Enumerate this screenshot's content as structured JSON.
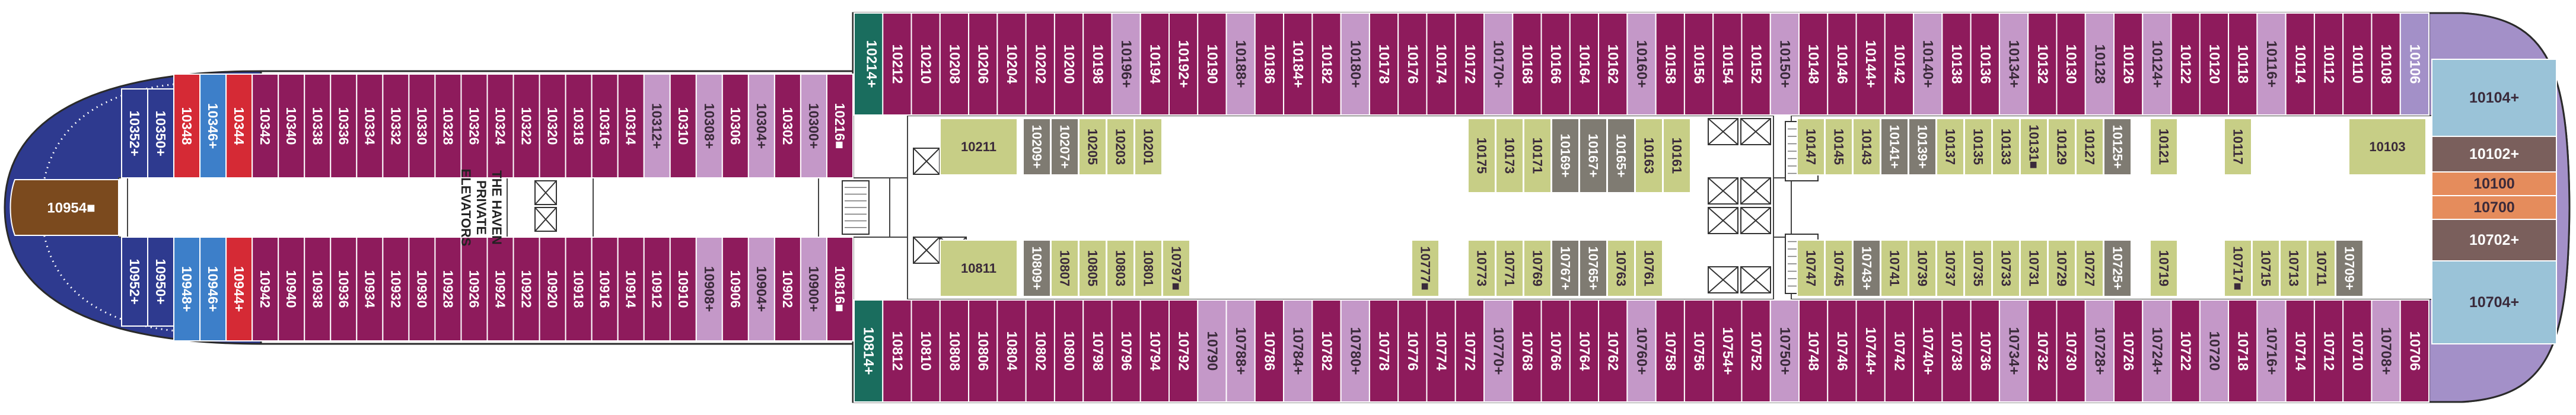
{
  "colors": {
    "magenta": "#8E1B5C",
    "lilac": "#C498C8",
    "lime": "#C7CE86",
    "gray": "#7F7B72",
    "teal": "#1A6D5E",
    "navy": "#2E3A8F",
    "blue": "#3D7FC9",
    "red": "#D52A35",
    "brown": "#7B4A1E",
    "orange": "#E58C5C",
    "skyblue": "#9AC3D8",
    "purple": "#A390C8",
    "taupe": "#7A5F5C",
    "corridor": "#FFFFFF",
    "hull": "#FFFFFF"
  },
  "elevator_label": [
    "THE HAVEN",
    "PRIVATE",
    "ELEVATORS"
  ],
  "aft_top": [
    {
      "n": "10214",
      "c": "teal",
      "s": "+"
    },
    {
      "n": "10212",
      "c": "magenta"
    },
    {
      "n": "10210",
      "c": "magenta"
    },
    {
      "n": "10208",
      "c": "magenta"
    },
    {
      "n": "10206",
      "c": "magenta"
    },
    {
      "n": "10204",
      "c": "magenta"
    },
    {
      "n": "10202",
      "c": "magenta"
    },
    {
      "n": "10200",
      "c": "magenta"
    },
    {
      "n": "10198",
      "c": "magenta"
    },
    {
      "n": "10196",
      "c": "lilac",
      "s": "+"
    },
    {
      "n": "10194",
      "c": "magenta"
    },
    {
      "n": "10192",
      "c": "magenta",
      "s": "+"
    },
    {
      "n": "10190",
      "c": "magenta"
    },
    {
      "n": "10188",
      "c": "lilac",
      "s": "+"
    },
    {
      "n": "10186",
      "c": "magenta"
    },
    {
      "n": "10184",
      "c": "magenta",
      "s": "+"
    },
    {
      "n": "10182",
      "c": "magenta"
    },
    {
      "n": "10180",
      "c": "lilac",
      "s": "+"
    },
    {
      "n": "10178",
      "c": "magenta"
    },
    {
      "n": "10176",
      "c": "magenta"
    },
    {
      "n": "10174",
      "c": "magenta"
    },
    {
      "n": "10172",
      "c": "magenta"
    },
    {
      "n": "10170",
      "c": "lilac",
      "s": "+"
    },
    {
      "n": "10168",
      "c": "magenta"
    },
    {
      "n": "10166",
      "c": "magenta"
    },
    {
      "n": "10164",
      "c": "magenta"
    },
    {
      "n": "10162",
      "c": "magenta"
    },
    {
      "n": "10160",
      "c": "lilac",
      "s": "+"
    },
    {
      "n": "10158",
      "c": "magenta"
    },
    {
      "n": "10156",
      "c": "magenta"
    },
    {
      "n": "10154",
      "c": "magenta"
    },
    {
      "n": "10152",
      "c": "magenta"
    },
    {
      "n": "10150",
      "c": "lilac",
      "s": "+"
    },
    {
      "n": "10148",
      "c": "magenta"
    },
    {
      "n": "10146",
      "c": "magenta"
    },
    {
      "n": "10144",
      "c": "magenta",
      "s": "+"
    },
    {
      "n": "10142",
      "c": "magenta"
    },
    {
      "n": "10140",
      "c": "lilac",
      "s": "+"
    },
    {
      "n": "10138",
      "c": "magenta"
    },
    {
      "n": "10136",
      "c": "magenta"
    },
    {
      "n": "10134",
      "c": "lilac",
      "s": "+"
    },
    {
      "n": "10132",
      "c": "magenta"
    },
    {
      "n": "10130",
      "c": "magenta"
    },
    {
      "n": "10128",
      "c": "lilac"
    },
    {
      "n": "10126",
      "c": "magenta"
    },
    {
      "n": "10124",
      "c": "lilac",
      "s": "+"
    },
    {
      "n": "10122",
      "c": "magenta"
    },
    {
      "n": "10120",
      "c": "magenta"
    },
    {
      "n": "10118",
      "c": "magenta"
    },
    {
      "n": "10116",
      "c": "lilac",
      "s": "+"
    },
    {
      "n": "10114",
      "c": "magenta"
    },
    {
      "n": "10112",
      "c": "magenta"
    },
    {
      "n": "10110",
      "c": "magenta"
    },
    {
      "n": "10108",
      "c": "magenta"
    },
    {
      "n": "10106",
      "c": "purple"
    }
  ],
  "aft_bottom": [
    {
      "n": "10814",
      "c": "teal",
      "s": "+"
    },
    {
      "n": "10812",
      "c": "magenta"
    },
    {
      "n": "10810",
      "c": "magenta"
    },
    {
      "n": "10808",
      "c": "magenta"
    },
    {
      "n": "10806",
      "c": "magenta"
    },
    {
      "n": "10804",
      "c": "magenta"
    },
    {
      "n": "10802",
      "c": "magenta"
    },
    {
      "n": "10800",
      "c": "magenta"
    },
    {
      "n": "10798",
      "c": "magenta"
    },
    {
      "n": "10796",
      "c": "magenta"
    },
    {
      "n": "10794",
      "c": "magenta"
    },
    {
      "n": "10792",
      "c": "magenta"
    },
    {
      "n": "10790",
      "c": "lilac"
    },
    {
      "n": "10788",
      "c": "lilac",
      "s": "+"
    },
    {
      "n": "10786",
      "c": "magenta"
    },
    {
      "n": "10784",
      "c": "lilac",
      "s": "+"
    },
    {
      "n": "10782",
      "c": "magenta"
    },
    {
      "n": "10780",
      "c": "lilac",
      "s": "+"
    },
    {
      "n": "10778",
      "c": "magenta"
    },
    {
      "n": "10776",
      "c": "magenta"
    },
    {
      "n": "10774",
      "c": "magenta"
    },
    {
      "n": "10772",
      "c": "magenta"
    },
    {
      "n": "10770",
      "c": "lilac",
      "s": "+"
    },
    {
      "n": "10768",
      "c": "magenta"
    },
    {
      "n": "10766",
      "c": "magenta"
    },
    {
      "n": "10764",
      "c": "magenta"
    },
    {
      "n": "10762",
      "c": "magenta"
    },
    {
      "n": "10760",
      "c": "lilac",
      "s": "+"
    },
    {
      "n": "10758",
      "c": "magenta"
    },
    {
      "n": "10756",
      "c": "magenta"
    },
    {
      "n": "10754",
      "c": "magenta",
      "s": "+"
    },
    {
      "n": "10752",
      "c": "magenta"
    },
    {
      "n": "10750",
      "c": "lilac",
      "s": "+"
    },
    {
      "n": "10748",
      "c": "magenta"
    },
    {
      "n": "10746",
      "c": "magenta"
    },
    {
      "n": "10744",
      "c": "magenta",
      "s": "+"
    },
    {
      "n": "10742",
      "c": "magenta"
    },
    {
      "n": "10740",
      "c": "magenta",
      "s": "+"
    },
    {
      "n": "10738",
      "c": "magenta"
    },
    {
      "n": "10736",
      "c": "magenta"
    },
    {
      "n": "10734",
      "c": "lilac",
      "s": "+"
    },
    {
      "n": "10732",
      "c": "magenta"
    },
    {
      "n": "10730",
      "c": "magenta"
    },
    {
      "n": "10728",
      "c": "lilac",
      "s": "+"
    },
    {
      "n": "10726",
      "c": "magenta"
    },
    {
      "n": "10724",
      "c": "lilac",
      "s": "+"
    },
    {
      "n": "10722",
      "c": "magenta"
    },
    {
      "n": "10720",
      "c": "lilac"
    },
    {
      "n": "10718",
      "c": "magenta"
    },
    {
      "n": "10716",
      "c": "lilac",
      "s": "+"
    },
    {
      "n": "10714",
      "c": "magenta"
    },
    {
      "n": "10712",
      "c": "magenta"
    },
    {
      "n": "10710",
      "c": "magenta"
    },
    {
      "n": "10708",
      "c": "lilac",
      "s": "+"
    },
    {
      "n": "10706",
      "c": "magenta"
    }
  ],
  "inner_top_left": [
    {
      "n": "10211",
      "c": "lime"
    },
    {
      "n": "10209",
      "c": "gray",
      "s": "+"
    },
    {
      "n": "10207",
      "c": "gray",
      "s": "+"
    },
    {
      "n": "10205",
      "c": "lime"
    },
    {
      "n": "10203",
      "c": "lime"
    },
    {
      "n": "10201",
      "c": "lime"
    }
  ],
  "inner_top_mid": [
    {
      "n": "10175",
      "c": "lime"
    },
    {
      "n": "10173",
      "c": "lime"
    },
    {
      "n": "10171",
      "c": "lime"
    },
    {
      "n": "10169",
      "c": "gray",
      "s": "+"
    },
    {
      "n": "10167",
      "c": "gray",
      "s": "+"
    },
    {
      "n": "10165",
      "c": "gray",
      "s": "+"
    },
    {
      "n": "10163",
      "c": "lime"
    },
    {
      "n": "10161",
      "c": "lime"
    }
  ],
  "inner_top_right": [
    {
      "n": "10147",
      "c": "lime"
    },
    {
      "n": "10145",
      "c": "lime"
    },
    {
      "n": "10143",
      "c": "lime"
    },
    {
      "n": "10141",
      "c": "gray",
      "s": "+"
    },
    {
      "n": "10139",
      "c": "gray",
      "s": "+"
    },
    {
      "n": "10137",
      "c": "lime"
    },
    {
      "n": "10135",
      "c": "lime"
    },
    {
      "n": "10133",
      "c": "lime"
    },
    {
      "n": "10131",
      "c": "lime",
      "s": "■"
    },
    {
      "n": "10129",
      "c": "lime"
    },
    {
      "n": "10127",
      "c": "lime"
    },
    {
      "n": "10125",
      "c": "gray",
      "s": "+"
    },
    {
      "n": "10121",
      "c": "lime"
    },
    {
      "n": "10117",
      "c": "lime"
    },
    {
      "n": "10103",
      "c": "lime"
    }
  ],
  "inner_bottom_left": [
    {
      "n": "10811",
      "c": "lime"
    },
    {
      "n": "10809",
      "c": "gray",
      "s": "+"
    },
    {
      "n": "10807",
      "c": "lime"
    },
    {
      "n": "10805",
      "c": "lime"
    },
    {
      "n": "10803",
      "c": "lime"
    },
    {
      "n": "10801",
      "c": "lime"
    },
    {
      "n": "10797",
      "c": "lime",
      "s": "■"
    }
  ],
  "inner_bottom_mid": [
    {
      "n": "10777",
      "c": "lime",
      "s": "■"
    },
    {
      "n": "10773",
      "c": "lime"
    },
    {
      "n": "10771",
      "c": "lime"
    },
    {
      "n": "10769",
      "c": "lime"
    },
    {
      "n": "10767",
      "c": "gray",
      "s": "+"
    },
    {
      "n": "10765",
      "c": "gray",
      "s": "+"
    },
    {
      "n": "10763",
      "c": "lime"
    },
    {
      "n": "10761",
      "c": "lime"
    }
  ],
  "inner_bottom_right": [
    {
      "n": "10747",
      "c": "lime"
    },
    {
      "n": "10745",
      "c": "lime"
    },
    {
      "n": "10743",
      "c": "gray",
      "s": "+"
    },
    {
      "n": "10741",
      "c": "lime"
    },
    {
      "n": "10739",
      "c": "lime"
    },
    {
      "n": "10737",
      "c": "lime"
    },
    {
      "n": "10735",
      "c": "lime"
    },
    {
      "n": "10733",
      "c": "lime"
    },
    {
      "n": "10731",
      "c": "lime"
    },
    {
      "n": "10729",
      "c": "lime"
    },
    {
      "n": "10727",
      "c": "lime"
    },
    {
      "n": "10725",
      "c": "gray",
      "s": "+"
    },
    {
      "n": "10719",
      "c": "lime"
    },
    {
      "n": "10717",
      "c": "lime",
      "s": "■"
    },
    {
      "n": "10715",
      "c": "lime"
    },
    {
      "n": "10713",
      "c": "lime"
    },
    {
      "n": "10711",
      "c": "lime"
    },
    {
      "n": "10709",
      "c": "gray",
      "s": "+"
    }
  ],
  "fwd_top": [
    {
      "n": "10352",
      "c": "navy",
      "s": "+"
    },
    {
      "n": "10350",
      "c": "navy",
      "s": "+"
    },
    {
      "n": "10348",
      "c": "red"
    },
    {
      "n": "10346",
      "c": "blue",
      "s": "+"
    },
    {
      "n": "10344",
      "c": "red"
    },
    {
      "n": "10342",
      "c": "magenta"
    },
    {
      "n": "10340",
      "c": "magenta"
    },
    {
      "n": "10338",
      "c": "magenta"
    },
    {
      "n": "10336",
      "c": "magenta"
    },
    {
      "n": "10334",
      "c": "magenta"
    },
    {
      "n": "10332",
      "c": "magenta"
    },
    {
      "n": "10330",
      "c": "magenta"
    },
    {
      "n": "10328",
      "c": "magenta"
    },
    {
      "n": "10326",
      "c": "magenta"
    },
    {
      "n": "10324",
      "c": "magenta"
    },
    {
      "n": "10322",
      "c": "magenta"
    },
    {
      "n": "10320",
      "c": "magenta"
    },
    {
      "n": "10318",
      "c": "magenta"
    },
    {
      "n": "10316",
      "c": "magenta"
    },
    {
      "n": "10314",
      "c": "magenta"
    },
    {
      "n": "10312",
      "c": "lilac",
      "s": "+"
    },
    {
      "n": "10310",
      "c": "magenta"
    },
    {
      "n": "10308",
      "c": "lilac",
      "s": "+"
    },
    {
      "n": "10306",
      "c": "magenta"
    },
    {
      "n": "10304",
      "c": "lilac",
      "s": "+"
    },
    {
      "n": "10302",
      "c": "magenta"
    },
    {
      "n": "10300",
      "c": "lilac",
      "s": "+"
    },
    {
      "n": "10216",
      "c": "magenta",
      "s": "■"
    }
  ],
  "fwd_bottom": [
    {
      "n": "10952",
      "c": "navy",
      "s": "+"
    },
    {
      "n": "10950",
      "c": "navy",
      "s": "+"
    },
    {
      "n": "10948",
      "c": "blue",
      "s": "+"
    },
    {
      "n": "10946",
      "c": "blue",
      "s": "+"
    },
    {
      "n": "10944",
      "c": "red",
      "s": "+"
    },
    {
      "n": "10942",
      "c": "magenta"
    },
    {
      "n": "10940",
      "c": "magenta"
    },
    {
      "n": "10938",
      "c": "magenta"
    },
    {
      "n": "10936",
      "c": "magenta"
    },
    {
      "n": "10934",
      "c": "magenta"
    },
    {
      "n": "10932",
      "c": "magenta"
    },
    {
      "n": "10930",
      "c": "magenta"
    },
    {
      "n": "10928",
      "c": "magenta"
    },
    {
      "n": "10926",
      "c": "magenta"
    },
    {
      "n": "10924",
      "c": "magenta"
    },
    {
      "n": "10922",
      "c": "magenta"
    },
    {
      "n": "10920",
      "c": "magenta"
    },
    {
      "n": "10918",
      "c": "magenta"
    },
    {
      "n": "10916",
      "c": "magenta"
    },
    {
      "n": "10914",
      "c": "magenta"
    },
    {
      "n": "10912",
      "c": "magenta"
    },
    {
      "n": "10910",
      "c": "magenta"
    },
    {
      "n": "10908",
      "c": "lilac",
      "s": "+"
    },
    {
      "n": "10906",
      "c": "magenta"
    },
    {
      "n": "10904",
      "c": "lilac",
      "s": "+"
    },
    {
      "n": "10902",
      "c": "magenta"
    },
    {
      "n": "10900",
      "c": "lilac",
      "s": "+"
    },
    {
      "n": "10816",
      "c": "magenta",
      "s": "■"
    }
  ],
  "bow_label": {
    "n": "10954",
    "s": "■"
  },
  "stern": [
    {
      "n": "10104",
      "c": "skyblue",
      "s": "+"
    },
    {
      "n": "10102",
      "c": "taupe",
      "s": "+"
    },
    {
      "n": "10100",
      "c": "orange"
    },
    {
      "n": "10700",
      "c": "orange"
    },
    {
      "n": "10702",
      "c": "taupe",
      "s": "+"
    },
    {
      "n": "10704",
      "c": "skyblue",
      "s": "+"
    }
  ]
}
